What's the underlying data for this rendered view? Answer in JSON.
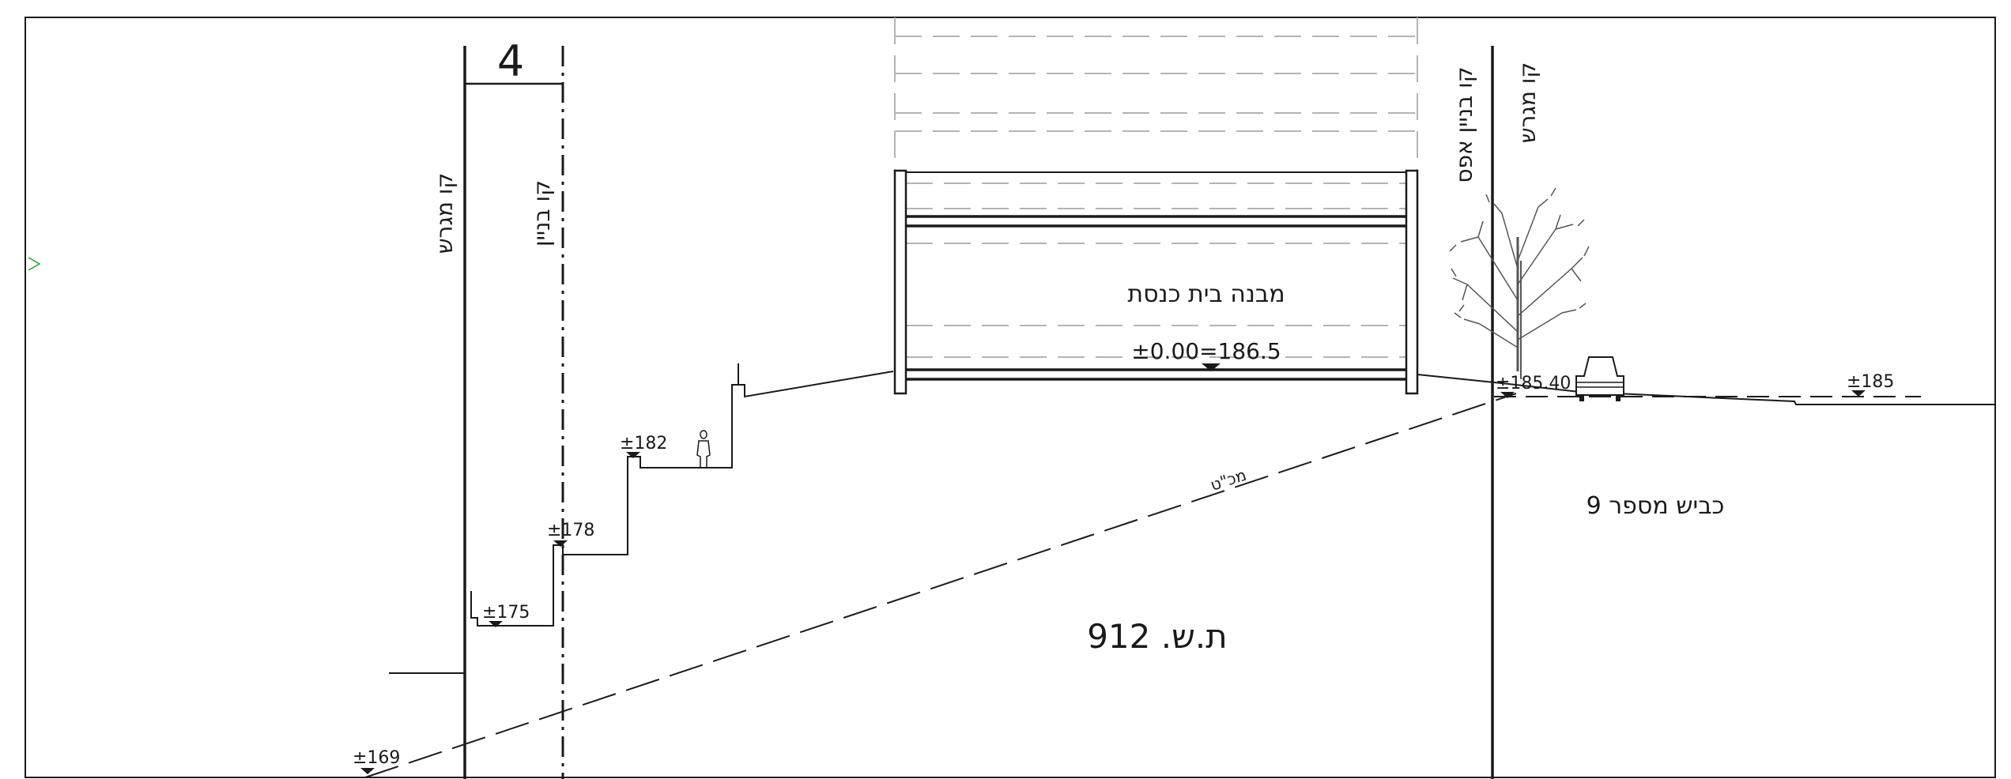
{
  "colors": {
    "ink": "#1a1a1a",
    "hidden_lines": "#b4b4b4",
    "paper": "#ffffff",
    "marker": "#2e9e2e"
  },
  "dimension": {
    "value": "4"
  },
  "lines": {
    "plot_line_left": "קו מגרש",
    "building_line_left": "קו בניין",
    "building_line_zero": "קו בניין אפס",
    "plot_line_right": "קו מגרש"
  },
  "building": {
    "label": "מבנה בית כנסת",
    "floor_level": "±0.00=186.5"
  },
  "levels": {
    "l169": "±169",
    "l175": "±175",
    "l178": "±178",
    "l182": "±182",
    "l18540": "±185.40",
    "l185": "±185"
  },
  "slope_label": "מכ\"ט",
  "parcel_label": "ת.ש. 912",
  "road_label": "כביש מספר 9",
  "icons": {
    "tree": "tree-icon",
    "car": "car-icon",
    "person": "person-icon",
    "level_marker": "level-triangle-icon",
    "sheet_marker": "triangle-marker-icon"
  }
}
